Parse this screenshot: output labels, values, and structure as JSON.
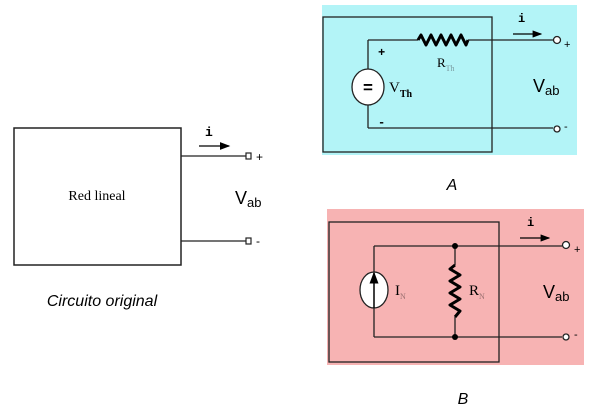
{
  "original": {
    "box_label": "Red lineal",
    "current_label": "i",
    "plus": "+",
    "minus": "-",
    "voltage_main": "V",
    "voltage_sub": "ab",
    "caption": "Circuito original"
  },
  "thevenin": {
    "background_color": "#b3f4f7",
    "source_symbol": "=",
    "source_label_main": "V",
    "source_label_sub": "Th",
    "resistor_label_main": "R",
    "resistor_label_sub": "Th",
    "source_plus": "+",
    "source_minus": "-",
    "current_label": "i",
    "plus": "+",
    "minus": "-",
    "voltage_main": "V",
    "voltage_sub": "ab",
    "caption": "A"
  },
  "norton": {
    "background_color": "#f7b3b3",
    "source_label_main": "I",
    "source_label_sub": "N",
    "resistor_label_main": "R",
    "resistor_label_sub": "N",
    "current_label": "i",
    "plus": "+",
    "minus": "-",
    "voltage_main": "V",
    "voltage_sub": "ab",
    "caption": "B"
  }
}
